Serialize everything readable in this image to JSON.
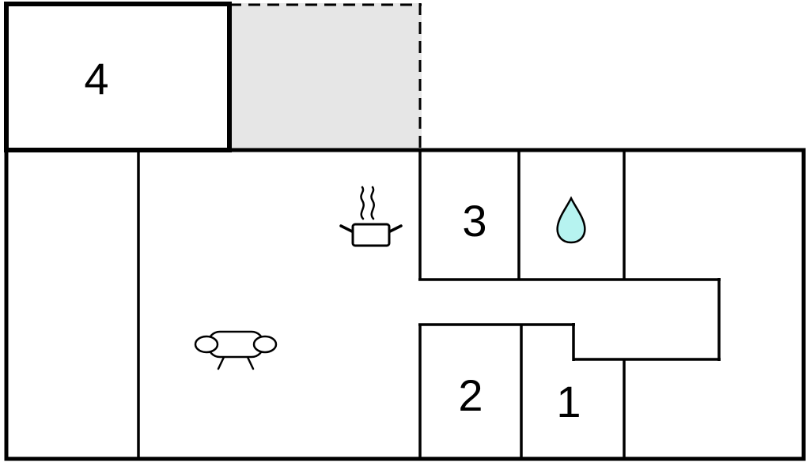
{
  "floorplan": {
    "rooms": {
      "room1": {
        "label": "1"
      },
      "room2": {
        "label": "2"
      },
      "room3": {
        "label": "3"
      },
      "room4": {
        "label": "4"
      }
    },
    "icons": [
      {
        "name": "cooking-pot-icon"
      },
      {
        "name": "steam-icon"
      },
      {
        "name": "sofa-icon"
      },
      {
        "name": "water-drop-icon"
      }
    ],
    "colors": {
      "wall": "#000000",
      "background": "#ffffff",
      "terrace_fill": "#e6e6e6",
      "water_drop_fill": "#b6f3f0"
    }
  }
}
